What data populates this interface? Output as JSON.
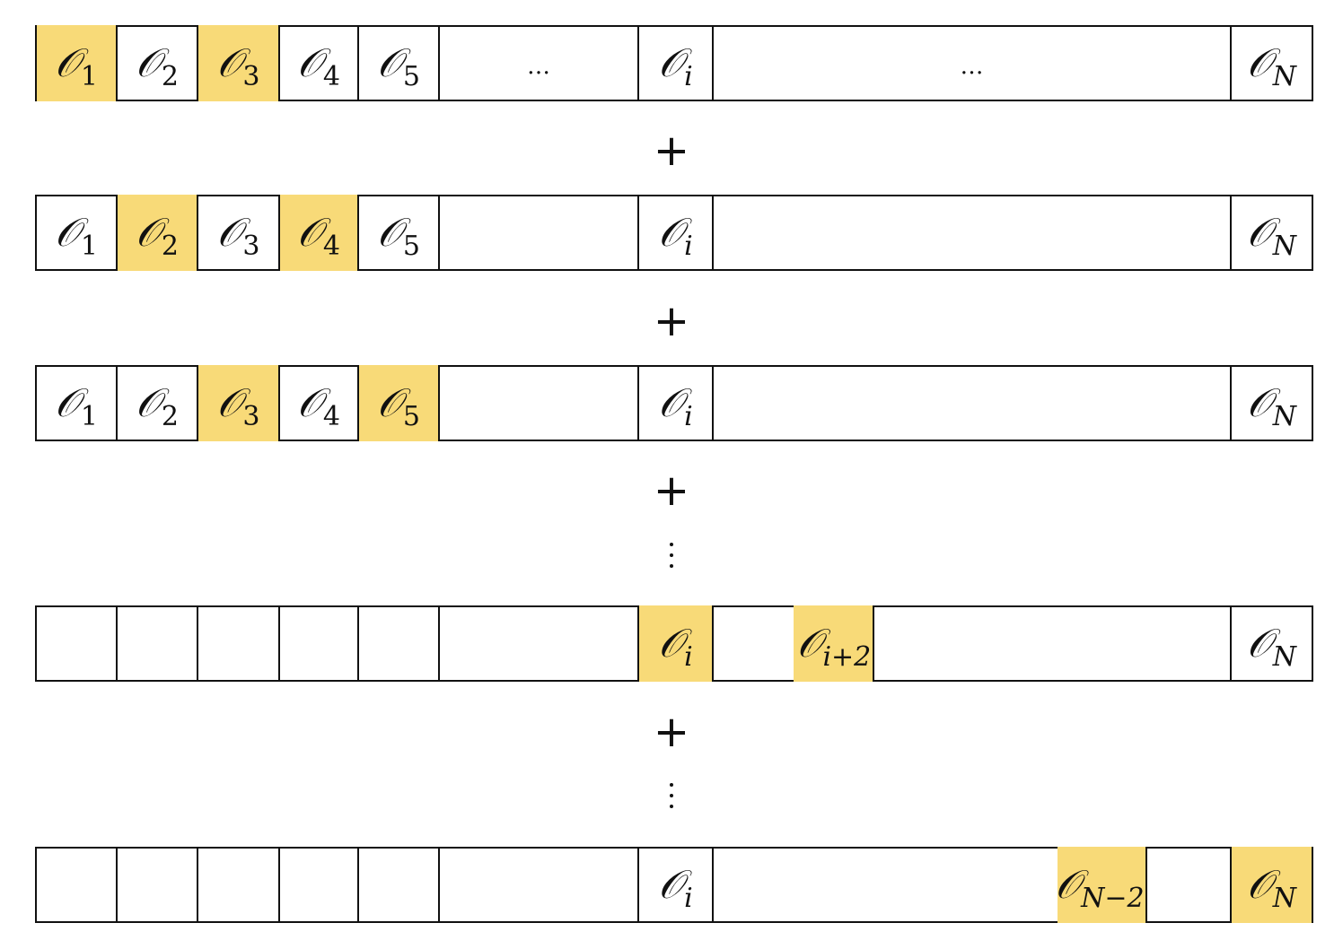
{
  "colors": {
    "highlight": "#f8da78",
    "border": "#111111"
  },
  "operator": "+",
  "ellipsis": "…",
  "labels": {
    "o1": {
      "sym": "𝒪",
      "sub": "1"
    },
    "o2": {
      "sym": "𝒪",
      "sub": "2"
    },
    "o3": {
      "sym": "𝒪",
      "sub": "3"
    },
    "o4": {
      "sym": "𝒪",
      "sub": "4"
    },
    "o5": {
      "sym": "𝒪",
      "sub": "5"
    },
    "oi": {
      "sym": "𝒪",
      "sub": "i"
    },
    "oi2": {
      "sym": "𝒪",
      "sub": "i+2"
    },
    "oN2": {
      "sym": "𝒪",
      "sub": "N−2"
    },
    "oN": {
      "sym": "𝒪",
      "sub": "N"
    }
  },
  "rows": [
    {
      "highlighted": [
        "o1",
        "o3"
      ],
      "shown": [
        "o1",
        "o2",
        "o3",
        "o4",
        "o5",
        "dots1",
        "oi",
        "dots2",
        "oN"
      ]
    },
    {
      "highlighted": [
        "o2",
        "o4"
      ],
      "shown": [
        "o1",
        "o2",
        "o3",
        "o4",
        "o5",
        "oi",
        "oN"
      ]
    },
    {
      "highlighted": [
        "o3",
        "o5"
      ],
      "shown": [
        "o1",
        "o2",
        "o3",
        "o4",
        "o5",
        "oi",
        "oN"
      ]
    },
    {
      "highlighted": [
        "oi",
        "oi2"
      ],
      "shown": [
        "oi",
        "oi2",
        "oN"
      ]
    },
    {
      "highlighted": [
        "oN2",
        "oN"
      ],
      "shown": [
        "oi",
        "oN2",
        "oN"
      ]
    }
  ]
}
